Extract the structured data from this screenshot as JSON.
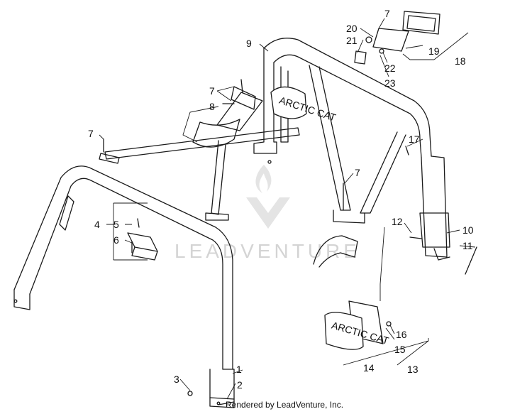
{
  "watermark": {
    "text": "LEADVENTURE"
  },
  "footer": {
    "credit": "Rendered by LeadVenture, Inc."
  },
  "labels": {
    "brand_decal": "ARCTIC CAT"
  },
  "callouts": [
    {
      "id": "c1",
      "text": "1"
    },
    {
      "id": "c2",
      "text": "2"
    },
    {
      "id": "c3",
      "text": "3"
    },
    {
      "id": "c4",
      "text": "4"
    },
    {
      "id": "c5",
      "text": "5"
    },
    {
      "id": "c6",
      "text": "6"
    },
    {
      "id": "c7a",
      "text": "7"
    },
    {
      "id": "c7b",
      "text": "7"
    },
    {
      "id": "c7c",
      "text": "7"
    },
    {
      "id": "c7d",
      "text": "7"
    },
    {
      "id": "c8",
      "text": "8"
    },
    {
      "id": "c9",
      "text": "9"
    },
    {
      "id": "c10",
      "text": "10"
    },
    {
      "id": "c11",
      "text": "11"
    },
    {
      "id": "c12",
      "text": "12"
    },
    {
      "id": "c13",
      "text": "13"
    },
    {
      "id": "c14",
      "text": "14"
    },
    {
      "id": "c15",
      "text": "15"
    },
    {
      "id": "c16",
      "text": "16"
    },
    {
      "id": "c17",
      "text": "17"
    },
    {
      "id": "c18",
      "text": "18"
    },
    {
      "id": "c19",
      "text": "19"
    },
    {
      "id": "c20",
      "text": "20"
    },
    {
      "id": "c21",
      "text": "21"
    },
    {
      "id": "c22",
      "text": "22"
    },
    {
      "id": "c23",
      "text": "23"
    }
  ]
}
